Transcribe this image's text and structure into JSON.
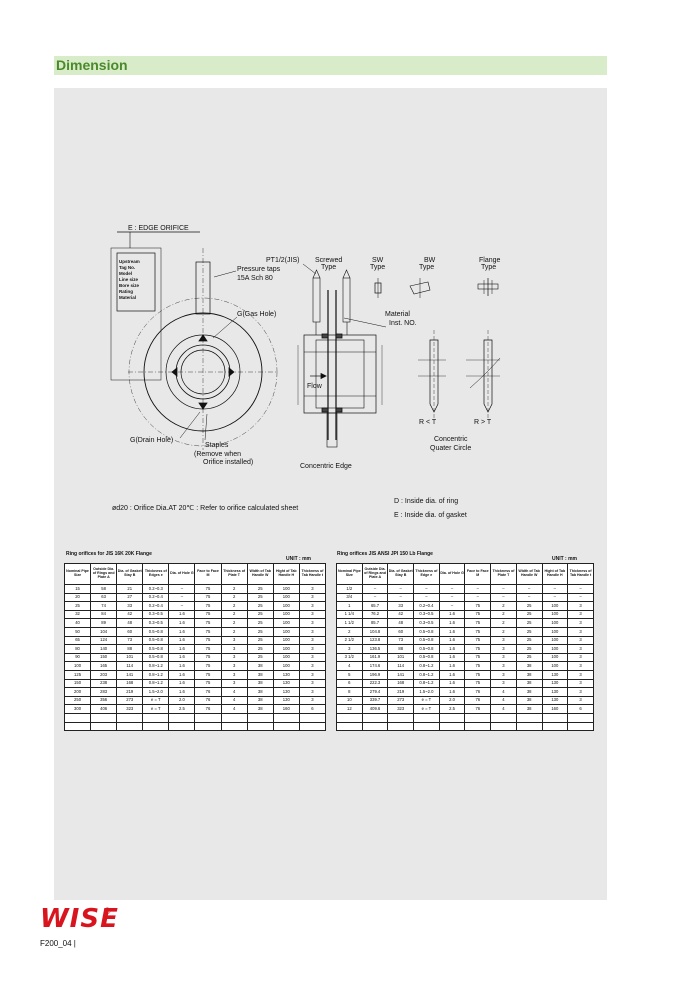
{
  "header": {
    "title": "Dimension"
  },
  "drawing": {
    "edge_orifice": "E : EDGE ORIFICE",
    "tag_lines": [
      "Upstream",
      "Tag No.",
      "Model",
      "Line size",
      "Bore size",
      "Rating",
      "Material"
    ],
    "pt_label": "PT1/2(JIS)",
    "pressure_taps": "Pressure taps",
    "sch": "15A Sch 80",
    "screwed": "Screwed",
    "sw": "SW",
    "bw": "BW",
    "flange": "Flange",
    "type": "Type",
    "gas_hole": "G(Gas Hole)",
    "material": "Material",
    "inst_no": "Inst. NO.",
    "flow": "Flow",
    "drain_hole": "G(Drain Hole)",
    "staples": "Staples",
    "remove_when": "(Remove when",
    "orifice_installed": "Orifice installed)",
    "concentric_edge": "Concentric Edge",
    "r_lt_t": "R < T",
    "r_gt_t": "R > T",
    "concentric": "Concentric",
    "quater_circle": "Quater Circle",
    "orifice_note": "ød20 : Orifice Dia.AT 20℃ : Refer to orifice calculated sheet",
    "note_d": "D : Inside dia. of ring",
    "note_e": "E : Inside dia. of gasket"
  },
  "jis_table": {
    "title": "Ring orifices for JIS 16K 20K Flange",
    "unit": "UNIT : mm",
    "headers": [
      "Nominal Pipe Size",
      "Outside Dia. of Rings and Plate A",
      "Dia. of Gasket Stay B",
      "Thickness of Edges e",
      "Dia. of Hole G",
      "Face to Face M",
      "Thickness of Plate T",
      "Width of Tab Handle W",
      "Hight of Tab Handle H",
      "Thickness of Tab Handle t"
    ],
    "rows": [
      [
        "15",
        "58",
        "21",
        "0.2~0.3",
        "–",
        "75",
        "2",
        "25",
        "100",
        "3"
      ],
      [
        "20",
        "63",
        "27",
        "0.2~0.4",
        "–",
        "75",
        "2",
        "25",
        "100",
        "3"
      ],
      [
        "25",
        "74",
        "33",
        "0.2~0.4",
        "–",
        "75",
        "2",
        "25",
        "100",
        "3"
      ],
      [
        "32",
        "84",
        "42",
        "0.3~0.5",
        "1.6",
        "75",
        "2",
        "25",
        "100",
        "3"
      ],
      [
        "40",
        "89",
        "48",
        "0.3~0.5",
        "1.6",
        "75",
        "2",
        "25",
        "100",
        "3"
      ],
      [
        "50",
        "104",
        "60",
        "0.5~0.8",
        "1.6",
        "75",
        "2",
        "25",
        "100",
        "3"
      ],
      [
        "65",
        "124",
        "73",
        "0.5~0.8",
        "1.6",
        "75",
        "3",
        "25",
        "100",
        "3"
      ],
      [
        "80",
        "140",
        "88",
        "0.5~0.8",
        "1.6",
        "75",
        "3",
        "25",
        "100",
        "3"
      ],
      [
        "90",
        "150",
        "101",
        "0.5~0.8",
        "1.6",
        "75",
        "3",
        "25",
        "100",
        "3"
      ],
      [
        "100",
        "165",
        "114",
        "0.8~1.2",
        "1.6",
        "75",
        "3",
        "38",
        "100",
        "3"
      ],
      [
        "125",
        "203",
        "141",
        "0.8~1.2",
        "1.6",
        "75",
        "3",
        "38",
        "130",
        "3"
      ],
      [
        "150",
        "238",
        "168",
        "0.8~1.2",
        "1.6",
        "75",
        "3",
        "38",
        "130",
        "3"
      ],
      [
        "200",
        "283",
        "219",
        "1.5~2.0",
        "1.6",
        "76",
        "4",
        "38",
        "130",
        "3"
      ],
      [
        "250",
        "356",
        "273",
        "e = T",
        "2.0",
        "76",
        "4",
        "38",
        "130",
        "3"
      ],
      [
        "300",
        "406",
        "323",
        "e = T",
        "2.5",
        "76",
        "4",
        "38",
        "160",
        "6"
      ],
      [
        "",
        "",
        "",
        "",
        "",
        "",
        "",
        "",
        "",
        ""
      ],
      [
        "",
        "",
        "",
        "",
        "",
        "",
        "",
        "",
        "",
        ""
      ]
    ]
  },
  "ansi_table": {
    "title": "Ring orifices JIS ANSI JPI 150 Lb Flange",
    "unit": "UNIT : mm",
    "headers": [
      "Nominal Pipe Size",
      "Outside Dia. of Rings and Plate A",
      "Dia. of Gasket Stay B",
      "Thickness of Edge e",
      "Dia. of Hole G",
      "Face to Face M",
      "Thickness of Plate T",
      "Width of Tab Handle W",
      "Hight of Tab Handle H",
      "Thickness of Tab Handle t"
    ],
    "rows": [
      [
        "1/2",
        "–",
        "–",
        "–",
        "–",
        "–",
        "–",
        "–",
        "–",
        "–"
      ],
      [
        "3/4",
        "–",
        "–",
        "–",
        "–",
        "–",
        "–",
        "–",
        "–",
        "–"
      ],
      [
        "1",
        "65.7",
        "33",
        "0.2~0.4",
        "–",
        "75",
        "2",
        "25",
        "100",
        "3"
      ],
      [
        "1 1/4",
        "76.2",
        "42",
        "0.3~0.5",
        "1.6",
        "75",
        "2",
        "25",
        "100",
        "3"
      ],
      [
        "1 1/2",
        "85.7",
        "48",
        "0.3~0.5",
        "1.6",
        "75",
        "2",
        "25",
        "100",
        "3"
      ],
      [
        "2",
        "104.8",
        "60",
        "0.5~0.8",
        "1.6",
        "75",
        "2",
        "25",
        "100",
        "3"
      ],
      [
        "2 1/2",
        "123.8",
        "73",
        "0.5~0.8",
        "1.6",
        "75",
        "3",
        "25",
        "100",
        "3"
      ],
      [
        "3",
        "136.5",
        "88",
        "0.5~0.8",
        "1.6",
        "75",
        "3",
        "25",
        "100",
        "3"
      ],
      [
        "3 1/2",
        "161.9",
        "101",
        "0.5~0.8",
        "1.6",
        "75",
        "3",
        "25",
        "100",
        "3"
      ],
      [
        "4",
        "174.6",
        "114",
        "0.8~1.2",
        "1.6",
        "75",
        "3",
        "38",
        "100",
        "3"
      ],
      [
        "5",
        "196.9",
        "141",
        "0.8~1.2",
        "1.6",
        "75",
        "3",
        "38",
        "130",
        "3"
      ],
      [
        "6",
        "222.3",
        "168",
        "0.8~1.2",
        "1.6",
        "75",
        "3",
        "38",
        "130",
        "3"
      ],
      [
        "8",
        "279.4",
        "219",
        "1.5~2.0",
        "1.6",
        "76",
        "4",
        "38",
        "130",
        "3"
      ],
      [
        "10",
        "339.7",
        "273",
        "e = T",
        "2.0",
        "76",
        "4",
        "38",
        "130",
        "3"
      ],
      [
        "12",
        "409.6",
        "323",
        "e = T",
        "2.5",
        "76",
        "4",
        "38",
        "160",
        "6"
      ],
      [
        "",
        "",
        "",
        "",
        "",
        "",
        "",
        "",
        "",
        ""
      ],
      [
        "",
        "",
        "",
        "",
        "",
        "",
        "",
        "",
        "",
        ""
      ]
    ]
  },
  "footer": {
    "logo": "WISE",
    "registered": "®",
    "code": "F200_04 |"
  }
}
